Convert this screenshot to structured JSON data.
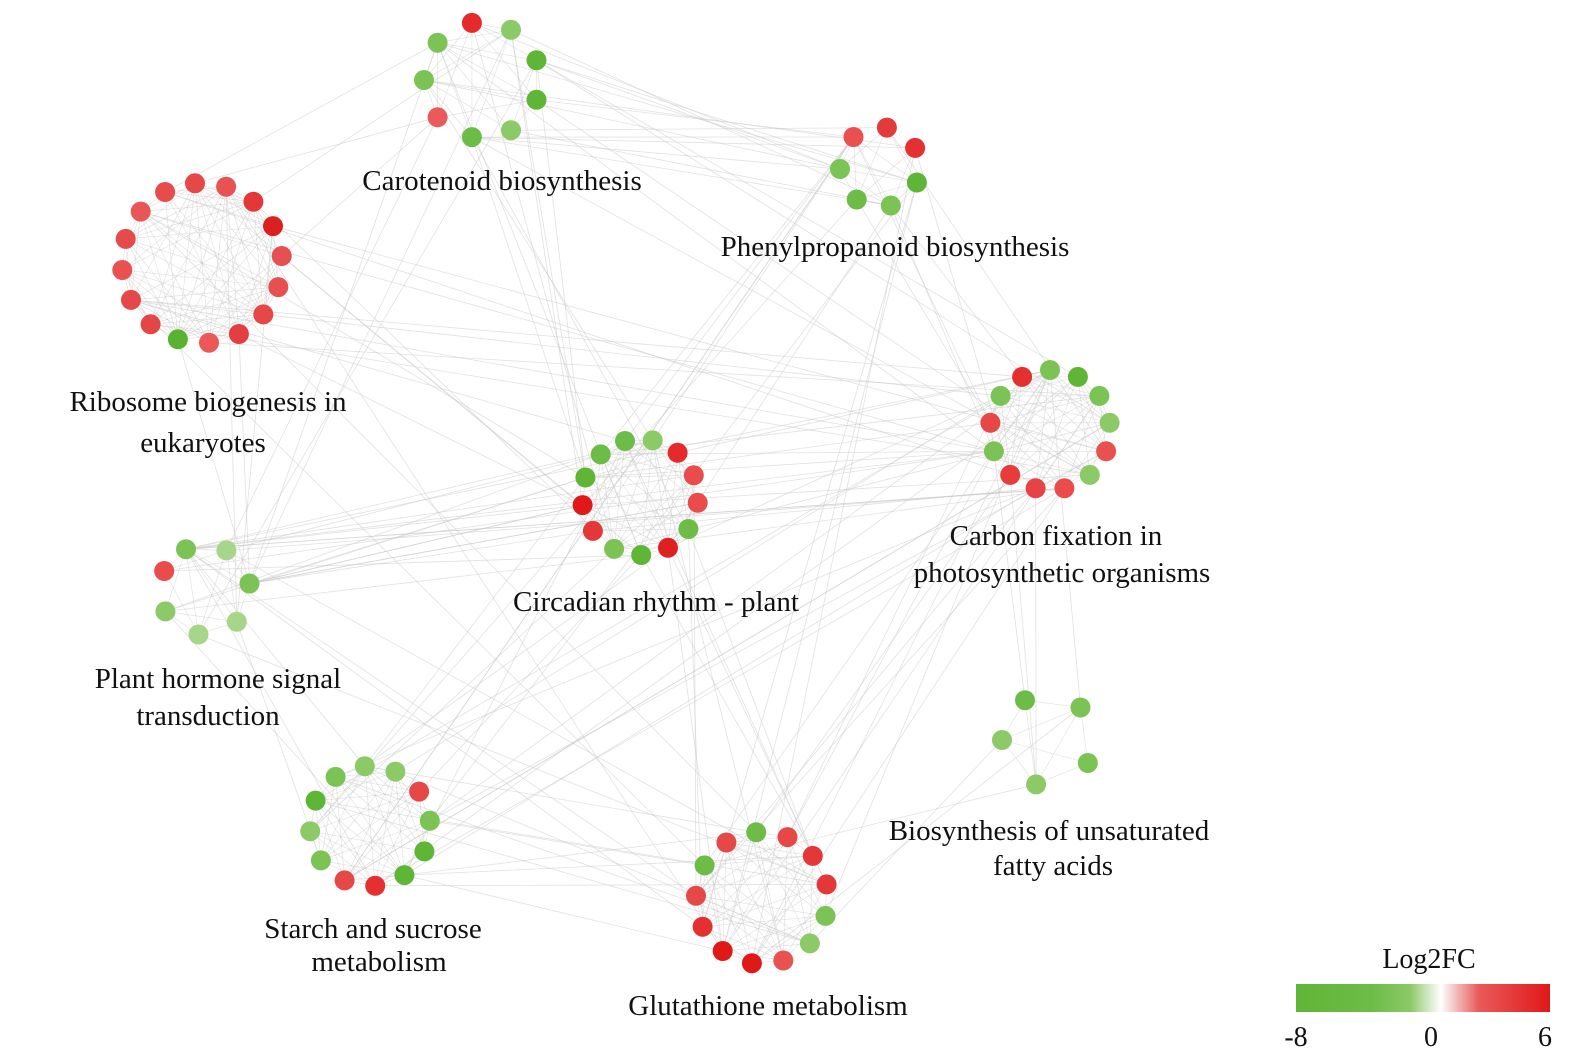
{
  "network": {
    "clusters": [
      {
        "id": "carotenoid",
        "label_lines": [
          "Carotenoid biosynthesis"
        ],
        "node_colors": [
          "#e42a2a",
          "#8cc967",
          "#5fb535",
          "#5fb535",
          "#8cc967",
          "#6dbc48",
          "#ea5a5a",
          "#7cc356",
          "#7cc356"
        ]
      },
      {
        "id": "phenylpropanoid",
        "label_lines": [
          "Phenylpropanoid biosynthesis"
        ],
        "node_colors": [
          "#e33b3b",
          "#e43030",
          "#5fb535",
          "#7cc356",
          "#6dbc48",
          "#7cc356",
          "#ea5050"
        ]
      },
      {
        "id": "ribosome",
        "label_lines": [
          "Ribosome biogenesis in",
          "eukaryotes"
        ],
        "node_colors": [
          "#e64848",
          "#e85252",
          "#e43838",
          "#dc2020",
          "#e65050",
          "#e85050",
          "#e64848",
          "#e24040",
          "#ec5858",
          "#58b331",
          "#e44646",
          "#e44848",
          "#ea5050",
          "#e44c4c",
          "#e85656",
          "#e64c4c"
        ]
      },
      {
        "id": "circadian",
        "label_lines": [
          "Circadian rhythm - plant"
        ],
        "node_colors": [
          "#6dbc48",
          "#8cc967",
          "#e42a2a",
          "#ea4c4c",
          "#ea4c4c",
          "#6dbc48",
          "#e02020",
          "#5fb535",
          "#7cc356",
          "#e43838",
          "#e01818",
          "#5fb535",
          "#6dbc48"
        ]
      },
      {
        "id": "carbon",
        "label_lines": [
          "Carbon fixation in",
          "photosynthetic organisms"
        ],
        "node_colors": [
          "#7cc356",
          "#5fb535",
          "#7cc356",
          "#8cc967",
          "#ea5050",
          "#8cc967",
          "#ea4c4c",
          "#e64444",
          "#e63c3c",
          "#7cc356",
          "#e64848",
          "#7cc356",
          "#e43030"
        ]
      },
      {
        "id": "hormone",
        "label_lines": [
          "Plant hormone signal",
          "transduction"
        ],
        "node_colors": [
          "#7cc356",
          "#a6d689",
          "#7cc356",
          "#a6d689",
          "#a6d689",
          "#8cc967",
          "#ea4c4c"
        ]
      },
      {
        "id": "unsaturated",
        "label_lines": [
          "Biosynthesis of unsaturated",
          "fatty acids"
        ],
        "node_colors": [
          "#6dbc48",
          "#7cc356",
          "#7cc356",
          "#8cc967",
          "#8cc967"
        ]
      },
      {
        "id": "starch",
        "label_lines": [
          "Starch and sucrose",
          "metabolism"
        ],
        "node_colors": [
          "#8cc967",
          "#8cc967",
          "#e64848",
          "#7cc356",
          "#5fb535",
          "#5fb535",
          "#e43030",
          "#e64848",
          "#7cc356",
          "#8cc967",
          "#5fb535",
          "#7cc356"
        ]
      },
      {
        "id": "glutathione",
        "label_lines": [
          "Glutathione metabolism"
        ],
        "node_colors": [
          "#6dbc48",
          "#e64848",
          "#e43838",
          "#e43838",
          "#7cc356",
          "#8cc967",
          "#e85252",
          "#e01818",
          "#e01818",
          "#e43030",
          "#e64848",
          "#6dbc48",
          "#e64848"
        ]
      }
    ],
    "legend": {
      "title": "Log2FC",
      "min_label": "-8",
      "mid_label": "0",
      "max_label": "6",
      "min_value": -8,
      "mid_value": 0,
      "max_value": 6,
      "colors": {
        "low": "#5fb535",
        "mid": "#ffffff",
        "high": "#e01818"
      }
    }
  }
}
